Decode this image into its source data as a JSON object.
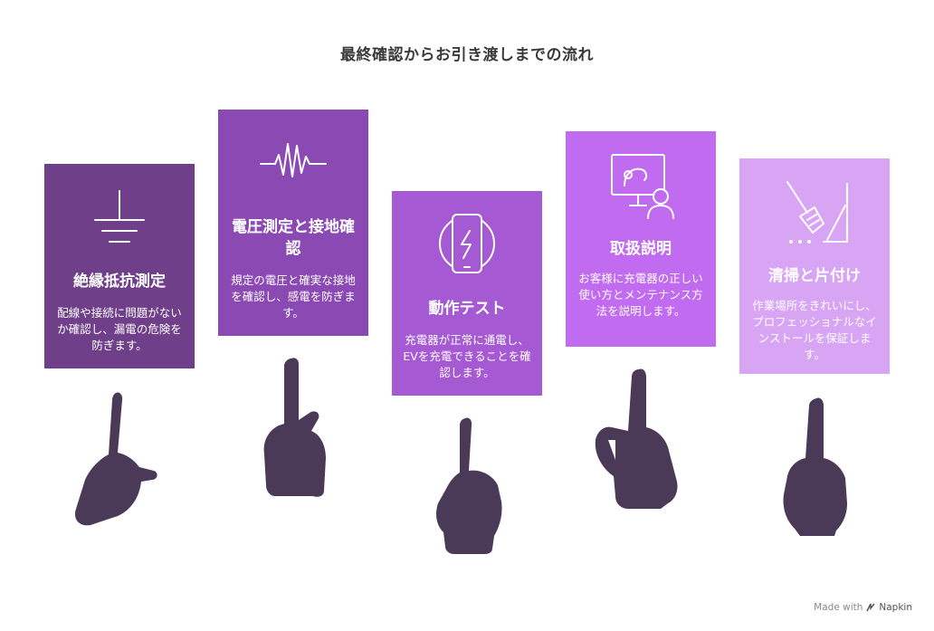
{
  "title": "最終確認からお引き渡しまでの流れ",
  "steps": [
    {
      "heading": "絶縁抵抗測定",
      "desc": "配線や接続に問題がないか確認し、漏電の危険を防ぎます。",
      "color": "#6f3f8a",
      "icon": "ground-icon"
    },
    {
      "heading": "電圧測定と接地確認",
      "desc": "規定の電圧と確実な接地を確認し、感電を防ぎます。",
      "color": "#8a49b3",
      "icon": "waveform-icon"
    },
    {
      "heading": "動作テスト",
      "desc": "充電器が正常に通電し、EVを充電できることを確認します。",
      "color": "#a55ad4",
      "icon": "wireless-charging-icon"
    },
    {
      "heading": "取扱説明",
      "desc": "お客様に充電器の正しい使い方とメンテナンス方法を説明します。",
      "color": "#c06bf0",
      "icon": "presentation-icon"
    },
    {
      "heading": "清掃と片付け",
      "desc": "作業場所をきれいにし、プロフェッショナルなインストールを保証します。",
      "color": "#d8a4f4",
      "icon": "broom-icon"
    }
  ],
  "hand_color": "#4a3a57",
  "footer": {
    "prefix": "Made with",
    "brand": "Napkin"
  }
}
